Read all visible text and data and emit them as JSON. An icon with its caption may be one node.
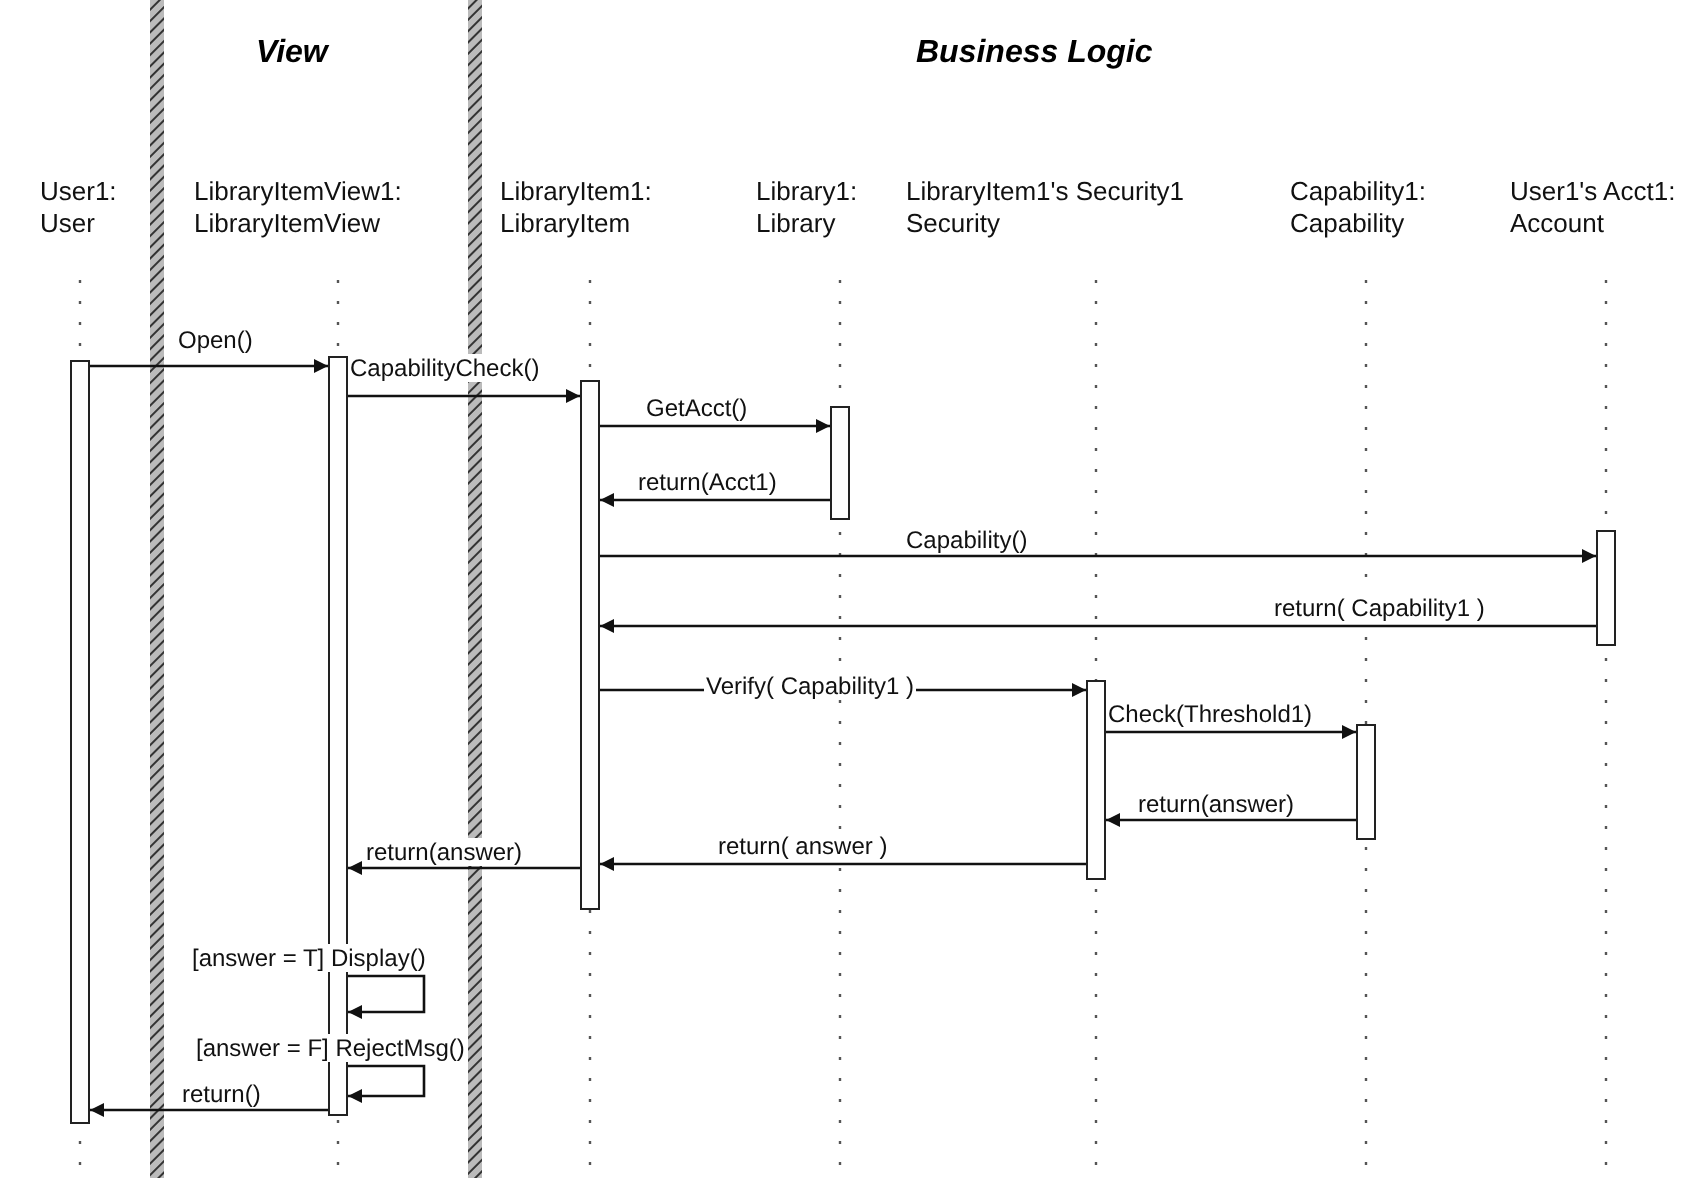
{
  "diagram": {
    "nodes": [
      {
        "text": [
          "User1: User"
        ]
      },
      {
        "text": [
          "LibraryItemView1: LibraryItemView"
        ]
      },
      {
        "text": [
          "LibraryItem1: LibraryItem"
        ]
      },
      {
        "text": [
          "Library1: Library"
        ]
      },
      {
        "text": [
          "LibraryItem1's Security1 Security"
        ]
      },
      {
        "text": [
          "Capability1: Capability"
        ]
      },
      {
        "text": [
          "User1's Acct1: Account"
        ]
      },
      {
        "text": [],
        "shape": "bar"
      },
      {
        "text": [],
        "shape": "bar"
      },
      {
        "text": [],
        "shape": "bar"
      },
      {
        "text": [],
        "shape": "bar"
      },
      {
        "text": [],
        "shape": "bar"
      },
      {
        "text": [],
        "shape": "bar"
      },
      {
        "text": [],
        "shape": "bar"
      }
    ],
    "edges": [
      {
        "from": 7,
        "to": 8,
        "arrow": "to",
        "label": "Open()"
      },
      {
        "from": 8,
        "to": 9,
        "arrow": "to",
        "label": "CapabilityCheck()"
      },
      {
        "from": 9,
        "to": 10,
        "arrow": "to",
        "label": "GetAcct()"
      },
      {
        "from": 10,
        "to": 9,
        "arrow": "to",
        "label": "return(Acct1)"
      },
      {
        "from": 9,
        "to": 13,
        "arrow": "to",
        "label": "Capability()"
      },
      {
        "from": 13,
        "to": 9,
        "arrow": "to",
        "label": "return( Capability1 )"
      },
      {
        "from": 9,
        "to": 11,
        "arrow": "to",
        "label": "Verify( Capability1 )"
      },
      {
        "from": 11,
        "to": 12,
        "arrow": "to",
        "label": "Check(Threshold1)"
      },
      {
        "from": 12,
        "to": 11,
        "arrow": "to",
        "label": "return(answer)"
      },
      {
        "from": 11,
        "to": 9,
        "arrow": "to",
        "label": "return( answer )"
      },
      {
        "from": 9,
        "to": 8,
        "arrow": "to",
        "label": "return(answer)"
      },
      {
        "from": 8,
        "to": 8,
        "arrow": "to",
        "label": "[answer = T]  Display()"
      },
      {
        "from": 8,
        "to": 8,
        "arrow": "to",
        "label": "[answer = F]  RejectMsg()"
      },
      {
        "from": 8,
        "to": 7,
        "arrow": "to",
        "label": "return()"
      }
    ],
    "labels": [
      "View",
      "Business Logic"
    ]
  }
}
